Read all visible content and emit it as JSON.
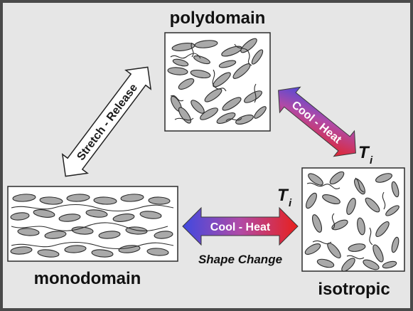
{
  "states": {
    "polydomain": "polydomain",
    "monodomain": "monodomain",
    "isotropic": "isotropic"
  },
  "arrows": {
    "stretch_release": "Stretch - Release",
    "cool_heat_diagonal": "Cool - Heat",
    "cool_heat_horizontal": "Cool - Heat"
  },
  "annotations": {
    "shape_change": "Shape Change",
    "ti_main": "T",
    "ti_sub": "i"
  },
  "colors": {
    "background": "#e6e6e6",
    "cool": "#3f49e0",
    "heat": "#e8201c",
    "molecule_fill": "#a9a9a9"
  }
}
